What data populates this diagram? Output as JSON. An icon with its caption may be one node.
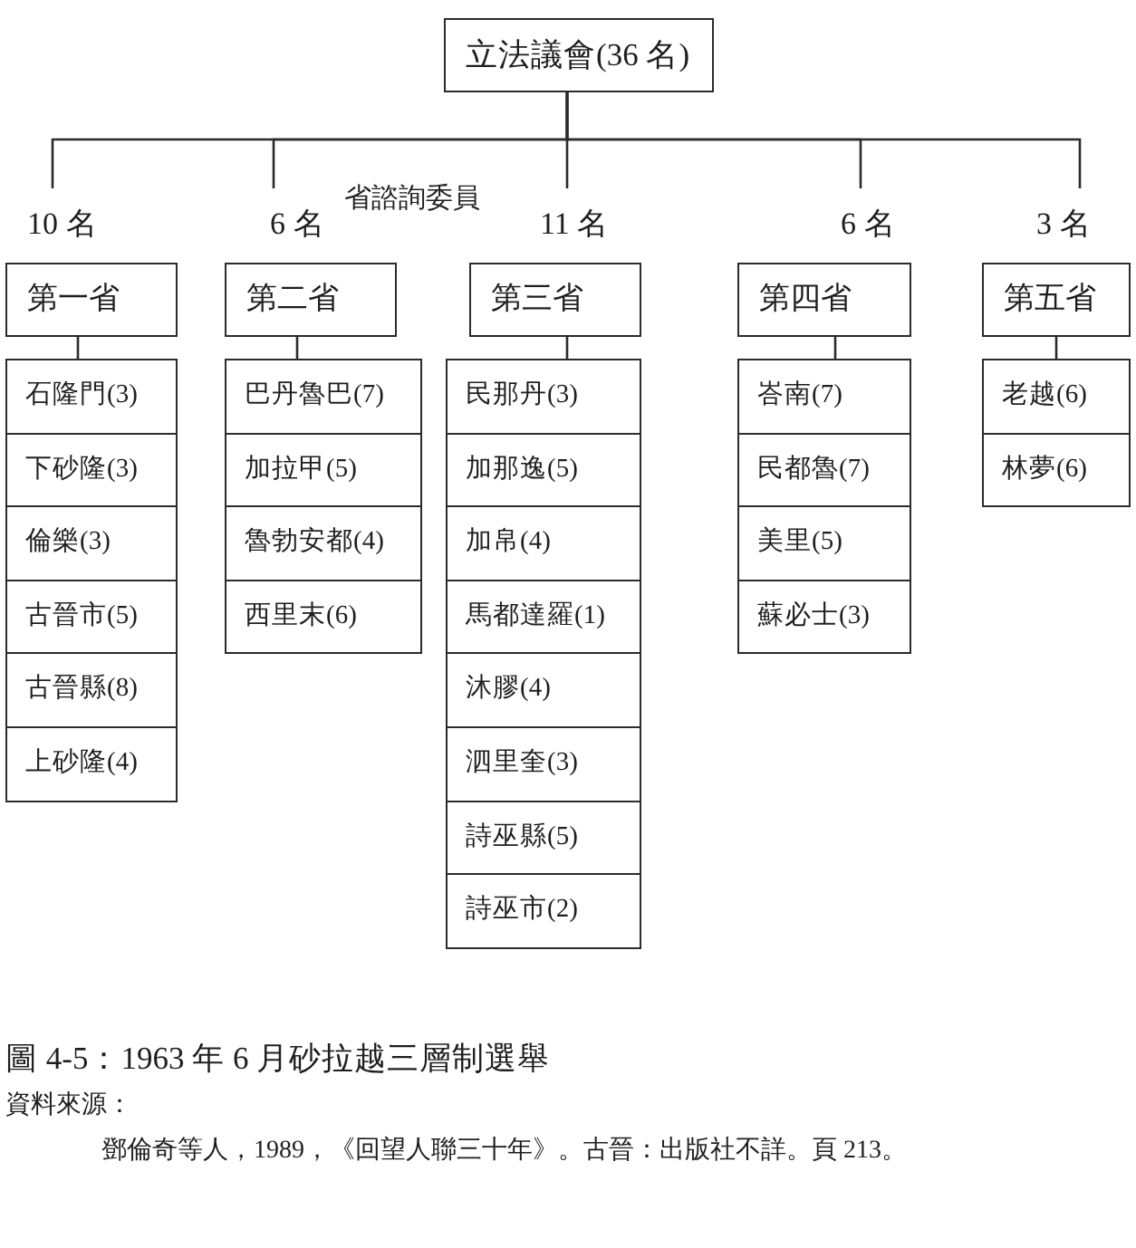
{
  "diagram": {
    "caption": "圖 4-5：1963 年 6 月砂拉越三層制選舉",
    "nodes": [
      {
        "text": [
          "立法議會(36 名)"
        ]
      },
      {
        "text": [
          "10 名"
        ]
      },
      {
        "text": [
          "6 名"
        ]
      },
      {
        "text": [
          "11 名"
        ]
      },
      {
        "text": [
          "6 名"
        ]
      },
      {
        "text": [
          "3 名"
        ]
      },
      {
        "text": [
          "第一省"
        ]
      },
      {
        "text": [
          "第二省"
        ]
      },
      {
        "text": [
          "第三省"
        ]
      },
      {
        "text": [
          "第四省"
        ]
      },
      {
        "text": [
          "第五省"
        ]
      },
      {
        "text": [
          "石隆門(3)"
        ]
      },
      {
        "text": [
          "下砂隆(3)"
        ]
      },
      {
        "text": [
          "倫樂(3)"
        ]
      },
      {
        "text": [
          "古晉市(5)"
        ]
      },
      {
        "text": [
          "古晉縣(8)"
        ]
      },
      {
        "text": [
          "上砂隆(4)"
        ]
      },
      {
        "text": [
          "巴丹魯巴(7)"
        ]
      },
      {
        "text": [
          "加拉甲(5)"
        ]
      },
      {
        "text": [
          "魯勃安都(4)"
        ]
      },
      {
        "text": [
          "西里末(6)"
        ]
      },
      {
        "text": [
          "民那丹(3)"
        ]
      },
      {
        "text": [
          "加那逸(5)"
        ]
      },
      {
        "text": [
          "加帛(4)"
        ]
      },
      {
        "text": [
          "馬都達羅(1)"
        ]
      },
      {
        "text": [
          "沐膠(4)"
        ]
      },
      {
        "text": [
          "泗里奎(3)"
        ]
      },
      {
        "text": [
          "詩巫縣(5)"
        ]
      },
      {
        "text": [
          "詩巫市(2)"
        ]
      },
      {
        "text": [
          "峇南(7)"
        ]
      },
      {
        "text": [
          "民都魯(7)"
        ]
      },
      {
        "text": [
          "美里(5)"
        ]
      },
      {
        "text": [
          "蘇必士(3)"
        ]
      },
      {
        "text": [
          "老越(6)"
        ]
      },
      {
        "text": [
          "林夢(6)"
        ]
      }
    ],
    "edges": [
      {
        "from": 0,
        "to": 1,
        "arrow": "none"
      },
      {
        "from": 0,
        "to": 2,
        "arrow": "none"
      },
      {
        "from": 0,
        "to": 3,
        "arrow": "none"
      },
      {
        "from": 0,
        "to": 4,
        "arrow": "none"
      },
      {
        "from": 0,
        "to": 5,
        "arrow": "none"
      },
      {
        "from": 6,
        "to": 11,
        "arrow": "none"
      },
      {
        "from": 7,
        "to": 17,
        "arrow": "none"
      },
      {
        "from": 8,
        "to": 21,
        "arrow": "none"
      },
      {
        "from": 9,
        "to": 29,
        "arrow": "none"
      },
      {
        "from": 10,
        "to": 33,
        "arrow": "none"
      }
    ],
    "labels": [
      "省諮詢委員",
      "資料來源：",
      "鄧倫奇等人，1989，《回望人聯三十年》。古晉：出版社不詳。頁 213。"
    ]
  }
}
